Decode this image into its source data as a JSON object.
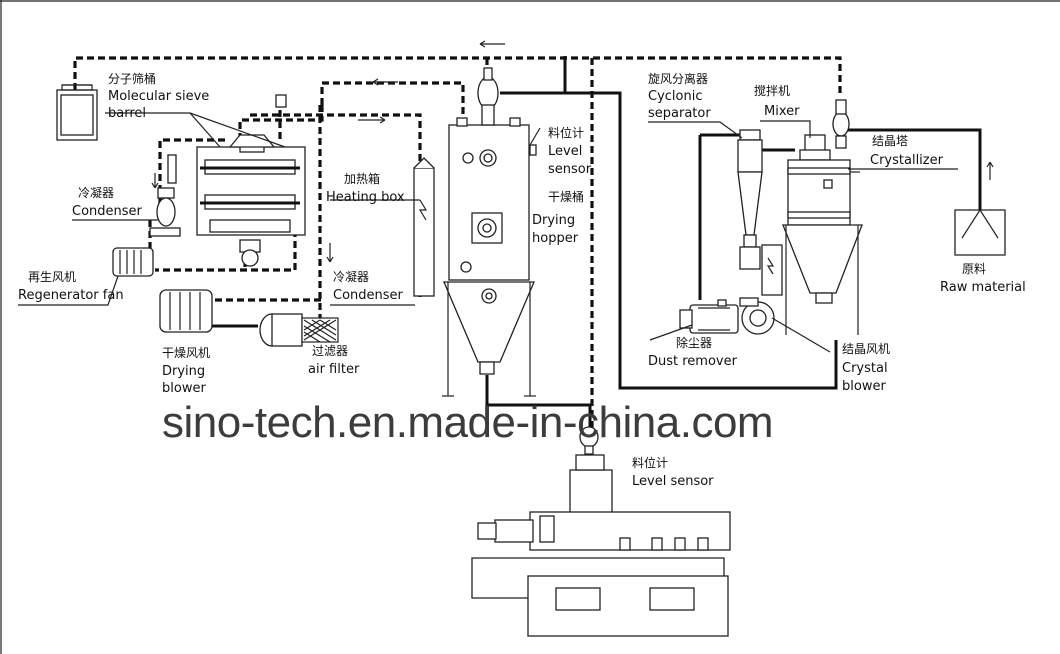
{
  "labels": {
    "molecular_sieve_cn": "分子筛桶",
    "molecular_sieve_en_1": "Molecular sieve",
    "molecular_sieve_en_2": "barrel",
    "condenser_left_cn": "冷凝器",
    "condenser_left_en": "Condenser",
    "regenerator_fan_cn": "再生风机",
    "regenerator_fan_en": "Regenerator fan",
    "drying_blower_cn": "干燥风机",
    "drying_blower_en_1": "Drying",
    "drying_blower_en_2": "blower",
    "air_filter_cn": "过滤器",
    "air_filter_en": "air filter",
    "heating_box_cn": "加热箱",
    "heating_box_en": "Heating box",
    "condenser_mid_cn": "冷凝器",
    "condenser_mid_en": "Condenser",
    "level_sensor_top_cn": "料位计",
    "level_sensor_top_en_1": "Level",
    "level_sensor_top_en_2": "sensor",
    "drying_hopper_cn": "干燥桶",
    "drying_hopper_en_1": "Drying",
    "drying_hopper_en_2": "hopper",
    "cyclone_cn": "旋风分离器",
    "cyclone_en_1": "Cyclonic",
    "cyclone_en_2": "separator",
    "mixer_cn": "搅拌机",
    "mixer_en": "Mixer",
    "crystallizer_cn": "结晶塔",
    "crystallizer_en": "Crystallizer",
    "dust_remover_cn": "除尘器",
    "dust_remover_en": "Dust remover",
    "crystal_blower_cn": "结晶风机",
    "crystal_blower_en_1": "Crystal",
    "crystal_blower_en_2": "blower",
    "raw_material_cn": "原料",
    "raw_material_en": "Raw  material",
    "level_sensor_bottom_cn": "料位计",
    "level_sensor_bottom_en": "Level sensor"
  },
  "watermark": "sino-tech.en.made-in-china.com",
  "icons": [
    "flow-arrow-icon",
    "heater-zigzag-icon"
  ],
  "colors": {
    "line": "#111111",
    "watermark": "#3c3c3c",
    "background": "#ffffff"
  }
}
